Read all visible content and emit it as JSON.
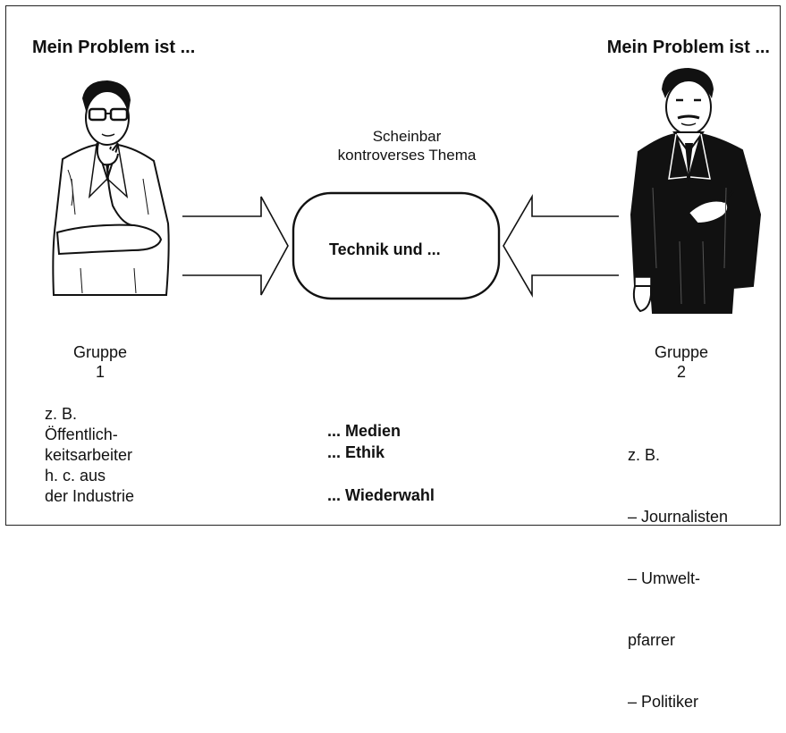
{
  "left_heading": "Mein Problem ist ...",
  "right_heading": "Mein Problem ist ...",
  "topic_caption": [
    "Scheinbar",
    "kontroverses Thema"
  ],
  "topic_box_text": "Technik und ...",
  "group_left": {
    "label": "Gruppe",
    "number": "1"
  },
  "group_right": {
    "label": "Gruppe",
    "number": "2"
  },
  "examples_left": [
    "z. B.",
    "Öffentlich-",
    "keitsarbeiter",
    "h. c. aus",
    "der Industrie"
  ],
  "examples_right": [
    "z. B.",
    "– Journalisten",
    "– Umwelt-",
    "  pfarrer",
    "– Politiker"
  ],
  "topics": [
    "... Medien",
    "... Ethik",
    "... Wiederwahl"
  ]
}
